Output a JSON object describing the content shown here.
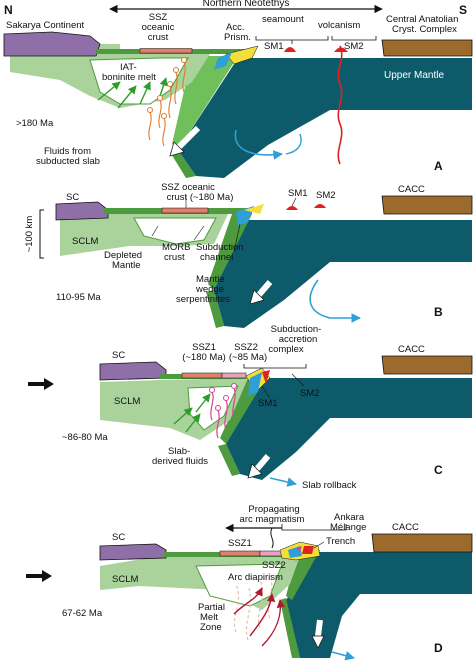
{
  "compass": {
    "north": "N",
    "south": "S",
    "ocean": "Northern Neotethys"
  },
  "colors": {
    "sc": "#8f6fa8",
    "sclm": "#a9d39a",
    "mantle": "#0d5b6a",
    "crust": "#4e9a3e",
    "cacc": "#9b6a2c",
    "ssz1": "#e0806a",
    "ssz2": "#e8a0c0",
    "prism": "#f2df3a",
    "arrow_green": "#2a9d2a",
    "arrow_blue": "#2f9fd8",
    "melt_orange": "#e07a2a",
    "melt_pink": "#d9409a",
    "volcanism": "#dd2222"
  },
  "panelA": {
    "letter": "A",
    "age": ">180 Ma",
    "labels": {
      "sakarya": "Sakarya Continent",
      "ssz_1": "SSZ",
      "ssz_2": "oceanic",
      "ssz_3": "crust",
      "acc_1": "Acc.",
      "acc_2": "Prism.",
      "seamount": "seamount",
      "volcanism": "volcanism",
      "sm1": "SM1",
      "sm2": "SM2",
      "cacc_1": "Central Anatolian",
      "cacc_2": "Cryst. Complex",
      "upper_mantle": "Upper Mantle",
      "iat_1": "IAT-",
      "iat_2": "boninite melt",
      "fluids_1": "Fluids from",
      "fluids_2": "subducted slab"
    }
  },
  "panelB": {
    "letter": "B",
    "age": "110-95 Ma",
    "labels": {
      "sc": "SC",
      "sclm": "SCLM",
      "scale": "~100 km",
      "ssz_1": "SSZ oceanic",
      "ssz_2": "crust (~180 Ma)",
      "sm1": "SM1",
      "sm2": "SM2",
      "cacc": "CACC",
      "depleted_1": "Depleted",
      "depleted_2": "Mantle",
      "morb_1": "MORB",
      "morb_2": "crust",
      "channel_1": "Subduction",
      "channel_2": "channel",
      "wedge_1": "Mantle",
      "wedge_2": "wedge",
      "wedge_3": "serpentinites"
    }
  },
  "panelC": {
    "letter": "C",
    "age": "~86-80 Ma",
    "labels": {
      "sc": "SC",
      "sclm": "SCLM",
      "ssz1": "SSZ1",
      "ssz1_age": "(~180 Ma)",
      "ssz2": "SSZ2",
      "ssz2_age": "(~85 Ma)",
      "complex_1": "Subduction-",
      "complex_2": "accretion",
      "complex_3": "complex",
      "cacc": "CACC",
      "sm1": "SM1",
      "sm2": "SM2",
      "slab_1": "Slab-",
      "slab_2": "derived fluids",
      "rollback": "Slab rollback"
    }
  },
  "panelD": {
    "letter": "D",
    "age": "67-62 Ma",
    "labels": {
      "prop_1": "Propagating",
      "prop_2": "arc magmatism",
      "ankara_1": "Ankara",
      "ankara_2": "Mélange",
      "sc": "SC",
      "ssz1": "SSZ1",
      "trench": "Trench",
      "cacc": "CACC",
      "sclm": "SCLM",
      "ssz2": "SSZ2",
      "diapirism": "Arc diapirism",
      "partial_1": "Partial",
      "partial_2": "Melt",
      "partial_3": "Zone"
    }
  }
}
